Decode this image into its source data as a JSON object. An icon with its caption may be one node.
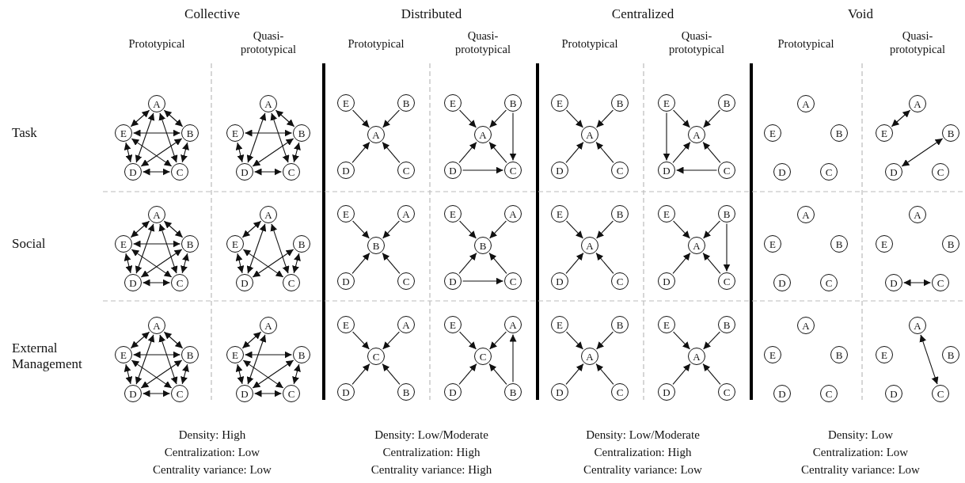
{
  "diagram": {
    "nodes": [
      {
        "text": [
          "A"
        ]
      },
      {
        "text": [
          "E"
        ]
      },
      {
        "text": [
          "B"
        ]
      },
      {
        "text": [
          "D"
        ]
      },
      {
        "text": [
          "C"
        ]
      },
      {
        "text": [
          "A"
        ]
      },
      {
        "text": [
          "E"
        ]
      },
      {
        "text": [
          "B"
        ]
      },
      {
        "text": [
          "D"
        ]
      },
      {
        "text": [
          "C"
        ]
      },
      {
        "text": [
          "E"
        ]
      },
      {
        "text": [
          "B"
        ]
      },
      {
        "text": [
          "A"
        ]
      },
      {
        "text": [
          "D"
        ]
      },
      {
        "text": [
          "C"
        ]
      },
      {
        "text": [
          "E"
        ]
      },
      {
        "text": [
          "B"
        ]
      },
      {
        "text": [
          "A"
        ]
      },
      {
        "text": [
          "D"
        ]
      },
      {
        "text": [
          "C"
        ]
      },
      {
        "text": [
          "E"
        ]
      },
      {
        "text": [
          "B"
        ]
      },
      {
        "text": [
          "A"
        ]
      },
      {
        "text": [
          "D"
        ]
      },
      {
        "text": [
          "C"
        ]
      },
      {
        "text": [
          "E"
        ]
      },
      {
        "text": [
          "B"
        ]
      },
      {
        "text": [
          "A"
        ]
      },
      {
        "text": [
          "D"
        ]
      },
      {
        "text": [
          "C"
        ]
      },
      {
        "text": [
          "A"
        ]
      },
      {
        "text": [
          "E"
        ]
      },
      {
        "text": [
          "B"
        ]
      },
      {
        "text": [
          "D"
        ]
      },
      {
        "text": [
          "C"
        ]
      },
      {
        "text": [
          "A"
        ]
      },
      {
        "text": [
          "E"
        ]
      },
      {
        "text": [
          "B"
        ]
      },
      {
        "text": [
          "D"
        ]
      },
      {
        "text": [
          "C"
        ]
      },
      {
        "text": [
          "A"
        ]
      },
      {
        "text": [
          "E"
        ]
      },
      {
        "text": [
          "B"
        ]
      },
      {
        "text": [
          "D"
        ]
      },
      {
        "text": [
          "C"
        ]
      },
      {
        "text": [
          "A"
        ]
      },
      {
        "text": [
          "E"
        ]
      },
      {
        "text": [
          "B"
        ]
      },
      {
        "text": [
          "D"
        ]
      },
      {
        "text": [
          "C"
        ]
      },
      {
        "text": [
          "E"
        ]
      },
      {
        "text": [
          "A"
        ]
      },
      {
        "text": [
          "B"
        ]
      },
      {
        "text": [
          "D"
        ]
      },
      {
        "text": [
          "C"
        ]
      },
      {
        "text": [
          "E"
        ]
      },
      {
        "text": [
          "A"
        ]
      },
      {
        "text": [
          "B"
        ]
      },
      {
        "text": [
          "D"
        ]
      },
      {
        "text": [
          "C"
        ]
      },
      {
        "text": [
          "E"
        ]
      },
      {
        "text": [
          "B"
        ]
      },
      {
        "text": [
          "A"
        ]
      },
      {
        "text": [
          "D"
        ]
      },
      {
        "text": [
          "C"
        ]
      },
      {
        "text": [
          "E"
        ]
      },
      {
        "text": [
          "B"
        ]
      },
      {
        "text": [
          "A"
        ]
      },
      {
        "text": [
          "D"
        ]
      },
      {
        "text": [
          "C"
        ]
      },
      {
        "text": [
          "A"
        ]
      },
      {
        "text": [
          "E"
        ]
      },
      {
        "text": [
          "B"
        ]
      },
      {
        "text": [
          "D"
        ]
      },
      {
        "text": [
          "C"
        ]
      },
      {
        "text": [
          "A"
        ]
      },
      {
        "text": [
          "E"
        ]
      },
      {
        "text": [
          "B"
        ]
      },
      {
        "text": [
          "D"
        ]
      },
      {
        "text": [
          "C"
        ]
      },
      {
        "text": [
          "A"
        ]
      },
      {
        "text": [
          "E"
        ]
      },
      {
        "text": [
          "B"
        ]
      },
      {
        "text": [
          "D"
        ]
      },
      {
        "text": [
          "C"
        ]
      },
      {
        "text": [
          "A"
        ]
      },
      {
        "text": [
          "E"
        ]
      },
      {
        "text": [
          "B"
        ]
      },
      {
        "text": [
          "D"
        ]
      },
      {
        "text": [
          "C"
        ]
      },
      {
        "text": [
          "E"
        ]
      },
      {
        "text": [
          "A"
        ]
      },
      {
        "text": [
          "C"
        ]
      },
      {
        "text": [
          "D"
        ]
      },
      {
        "text": [
          "B"
        ]
      },
      {
        "text": [
          "E"
        ]
      },
      {
        "text": [
          "A"
        ]
      },
      {
        "text": [
          "C"
        ]
      },
      {
        "text": [
          "D"
        ]
      },
      {
        "text": [
          "B"
        ]
      },
      {
        "text": [
          "E"
        ]
      },
      {
        "text": [
          "B"
        ]
      },
      {
        "text": [
          "A"
        ]
      },
      {
        "text": [
          "D"
        ]
      },
      {
        "text": [
          "C"
        ]
      },
      {
        "text": [
          "E"
        ]
      },
      {
        "text": [
          "B"
        ]
      },
      {
        "text": [
          "A"
        ]
      },
      {
        "text": [
          "D"
        ]
      },
      {
        "text": [
          "C"
        ]
      },
      {
        "text": [
          "A"
        ]
      },
      {
        "text": [
          "E"
        ]
      },
      {
        "text": [
          "B"
        ]
      },
      {
        "text": [
          "D"
        ]
      },
      {
        "text": [
          "C"
        ]
      },
      {
        "text": [
          "A"
        ]
      },
      {
        "text": [
          "E"
        ]
      },
      {
        "text": [
          "B"
        ]
      },
      {
        "text": [
          "D"
        ]
      },
      {
        "text": [
          "C"
        ]
      }
    ],
    "edges": [
      {
        "from": 0,
        "to": 2,
        "arrow": "both"
      },
      {
        "from": 0,
        "to": 1,
        "arrow": "both"
      },
      {
        "from": 0,
        "to": 3,
        "arrow": "both"
      },
      {
        "from": 0,
        "to": 4,
        "arrow": "both"
      },
      {
        "from": 1,
        "to": 2,
        "arrow": "both"
      },
      {
        "from": 1,
        "to": 4,
        "arrow": "both"
      },
      {
        "from": 2,
        "to": 3,
        "arrow": "both"
      },
      {
        "from": 1,
        "to": 3,
        "arrow": "both"
      },
      {
        "from": 2,
        "to": 4,
        "arrow": "both"
      },
      {
        "from": 3,
        "to": 4,
        "arrow": "both"
      },
      {
        "from": 5,
        "to": 7,
        "arrow": "both"
      },
      {
        "from": 5,
        "to": 8,
        "arrow": "both"
      },
      {
        "from": 5,
        "to": 9,
        "arrow": "both"
      },
      {
        "from": 6,
        "to": 7,
        "arrow": "both"
      },
      {
        "from": 7,
        "to": 8,
        "arrow": "both"
      },
      {
        "from": 6,
        "to": 8,
        "arrow": "both"
      },
      {
        "from": 7,
        "to": 9,
        "arrow": "both"
      },
      {
        "from": 8,
        "to": 9,
        "arrow": "both"
      },
      {
        "from": 10,
        "to": 12,
        "arrow": "to"
      },
      {
        "from": 11,
        "to": 12,
        "arrow": "to"
      },
      {
        "from": 13,
        "to": 12,
        "arrow": "to"
      },
      {
        "from": 14,
        "to": 12,
        "arrow": "to"
      },
      {
        "from": 15,
        "to": 17,
        "arrow": "to"
      },
      {
        "from": 16,
        "to": 17,
        "arrow": "to"
      },
      {
        "from": 18,
        "to": 17,
        "arrow": "to"
      },
      {
        "from": 19,
        "to": 17,
        "arrow": "to"
      },
      {
        "from": 16,
        "to": 19,
        "arrow": "to"
      },
      {
        "from": 18,
        "to": 19,
        "arrow": "to"
      },
      {
        "from": 20,
        "to": 22,
        "arrow": "to"
      },
      {
        "from": 21,
        "to": 22,
        "arrow": "to"
      },
      {
        "from": 23,
        "to": 22,
        "arrow": "to"
      },
      {
        "from": 24,
        "to": 22,
        "arrow": "to"
      },
      {
        "from": 25,
        "to": 27,
        "arrow": "to"
      },
      {
        "from": 26,
        "to": 27,
        "arrow": "to"
      },
      {
        "from": 28,
        "to": 27,
        "arrow": "to"
      },
      {
        "from": 29,
        "to": 27,
        "arrow": "to"
      },
      {
        "from": 25,
        "to": 28,
        "arrow": "to"
      },
      {
        "from": 29,
        "to": 28,
        "arrow": "to"
      },
      {
        "from": 35,
        "to": 36,
        "arrow": "both"
      },
      {
        "from": 37,
        "to": 38,
        "arrow": "both"
      },
      {
        "from": 40,
        "to": 42,
        "arrow": "both"
      },
      {
        "from": 40,
        "to": 41,
        "arrow": "both"
      },
      {
        "from": 40,
        "to": 43,
        "arrow": "both"
      },
      {
        "from": 40,
        "to": 44,
        "arrow": "both"
      },
      {
        "from": 41,
        "to": 42,
        "arrow": "both"
      },
      {
        "from": 41,
        "to": 44,
        "arrow": "both"
      },
      {
        "from": 42,
        "to": 43,
        "arrow": "both"
      },
      {
        "from": 41,
        "to": 43,
        "arrow": "both"
      },
      {
        "from": 42,
        "to": 44,
        "arrow": "both"
      },
      {
        "from": 43,
        "to": 44,
        "arrow": "both"
      },
      {
        "from": 45,
        "to": 46,
        "arrow": "both"
      },
      {
        "from": 45,
        "to": 48,
        "arrow": "both"
      },
      {
        "from": 45,
        "to": 49,
        "arrow": "both"
      },
      {
        "from": 46,
        "to": 49,
        "arrow": "both"
      },
      {
        "from": 47,
        "to": 48,
        "arrow": "both"
      },
      {
        "from": 46,
        "to": 48,
        "arrow": "both"
      },
      {
        "from": 47,
        "to": 49,
        "arrow": "both"
      },
      {
        "from": 50,
        "to": 52,
        "arrow": "to"
      },
      {
        "from": 51,
        "to": 52,
        "arrow": "to"
      },
      {
        "from": 53,
        "to": 52,
        "arrow": "to"
      },
      {
        "from": 54,
        "to": 52,
        "arrow": "to"
      },
      {
        "from": 55,
        "to": 57,
        "arrow": "to"
      },
      {
        "from": 56,
        "to": 57,
        "arrow": "to"
      },
      {
        "from": 58,
        "to": 57,
        "arrow": "to"
      },
      {
        "from": 59,
        "to": 57,
        "arrow": "to"
      },
      {
        "from": 58,
        "to": 59,
        "arrow": "to"
      },
      {
        "from": 60,
        "to": 62,
        "arrow": "to"
      },
      {
        "from": 61,
        "to": 62,
        "arrow": "to"
      },
      {
        "from": 63,
        "to": 62,
        "arrow": "to"
      },
      {
        "from": 64,
        "to": 62,
        "arrow": "to"
      },
      {
        "from": 65,
        "to": 67,
        "arrow": "to"
      },
      {
        "from": 66,
        "to": 67,
        "arrow": "to"
      },
      {
        "from": 68,
        "to": 67,
        "arrow": "to"
      },
      {
        "from": 69,
        "to": 67,
        "arrow": "to"
      },
      {
        "from": 66,
        "to": 69,
        "arrow": "to"
      },
      {
        "from": 78,
        "to": 79,
        "arrow": "both"
      },
      {
        "from": 80,
        "to": 82,
        "arrow": "both"
      },
      {
        "from": 80,
        "to": 81,
        "arrow": "both"
      },
      {
        "from": 80,
        "to": 83,
        "arrow": "both"
      },
      {
        "from": 80,
        "to": 84,
        "arrow": "both"
      },
      {
        "from": 81,
        "to": 82,
        "arrow": "both"
      },
      {
        "from": 81,
        "to": 84,
        "arrow": "both"
      },
      {
        "from": 82,
        "to": 83,
        "arrow": "both"
      },
      {
        "from": 81,
        "to": 83,
        "arrow": "both"
      },
      {
        "from": 82,
        "to": 84,
        "arrow": "both"
      },
      {
        "from": 83,
        "to": 84,
        "arrow": "both"
      },
      {
        "from": 85,
        "to": 86,
        "arrow": "both"
      },
      {
        "from": 85,
        "to": 88,
        "arrow": "both"
      },
      {
        "from": 86,
        "to": 87,
        "arrow": "both"
      },
      {
        "from": 86,
        "to": 89,
        "arrow": "both"
      },
      {
        "from": 87,
        "to": 88,
        "arrow": "both"
      },
      {
        "from": 86,
        "to": 88,
        "arrow": "both"
      },
      {
        "from": 87,
        "to": 89,
        "arrow": "both"
      },
      {
        "from": 88,
        "to": 89,
        "arrow": "both"
      },
      {
        "from": 90,
        "to": 92,
        "arrow": "to"
      },
      {
        "from": 91,
        "to": 92,
        "arrow": "to"
      },
      {
        "from": 93,
        "to": 92,
        "arrow": "to"
      },
      {
        "from": 94,
        "to": 92,
        "arrow": "to"
      },
      {
        "from": 95,
        "to": 97,
        "arrow": "to"
      },
      {
        "from": 96,
        "to": 97,
        "arrow": "to"
      },
      {
        "from": 98,
        "to": 97,
        "arrow": "to"
      },
      {
        "from": 99,
        "to": 97,
        "arrow": "to"
      },
      {
        "from": 99,
        "to": 96,
        "arrow": "to"
      },
      {
        "from": 100,
        "to": 102,
        "arrow": "to"
      },
      {
        "from": 101,
        "to": 102,
        "arrow": "to"
      },
      {
        "from": 103,
        "to": 102,
        "arrow": "to"
      },
      {
        "from": 104,
        "to": 102,
        "arrow": "to"
      },
      {
        "from": 105,
        "to": 107,
        "arrow": "to"
      },
      {
        "from": 106,
        "to": 107,
        "arrow": "to"
      },
      {
        "from": 108,
        "to": 107,
        "arrow": "to"
      },
      {
        "from": 109,
        "to": 107,
        "arrow": "to"
      },
      {
        "from": 115,
        "to": 119,
        "arrow": "both"
      }
    ],
    "labels": [
      "Collective",
      "Distributed",
      "Centralized",
      "Void",
      "Prototypical",
      "Quasi-prototypical",
      "Prototypical",
      "Quasi-prototypical",
      "Prototypical",
      "Quasi-prototypical",
      "Prototypical",
      "Quasi-prototypical",
      "Task",
      "Social",
      "External Management",
      "Density: High",
      "Density: Low/Moderate",
      "Density: Low/Moderate",
      "Density: Low",
      "Centralization: Low",
      "Centralization: High",
      "Centralization: High",
      "Centralization: Low",
      "Centrality variance: Low",
      "Centrality variance: High",
      "Centrality variance: Low",
      "Centrality variance: Low"
    ]
  }
}
